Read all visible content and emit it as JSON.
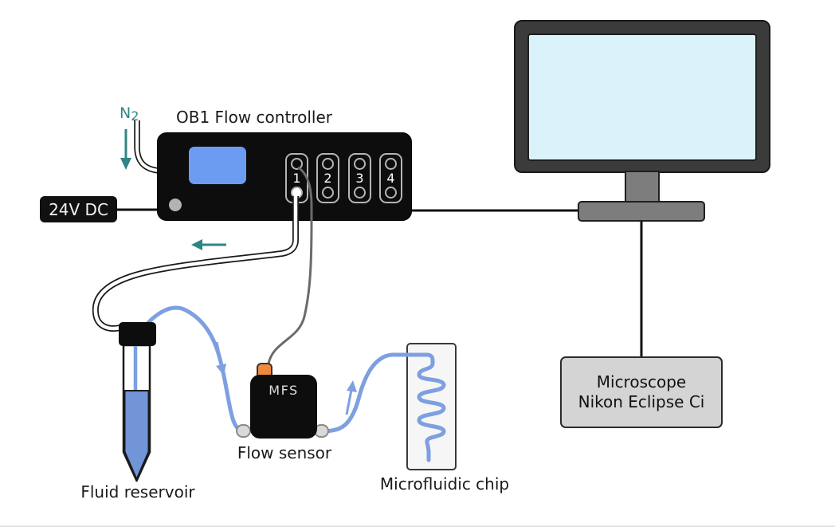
{
  "labels": {
    "n2_symbol": "N",
    "n2_subscript": "2",
    "controller_title": "OB1 Flow controller",
    "power_supply": "24V DC",
    "sensor_device": "MFS",
    "flow_sensor": "Flow sensor",
    "fluid_reservoir": "Fluid reservoir",
    "microfluidic_chip": "Microfluidic chip",
    "microscope_line1": "Microscope",
    "microscope_line2": "Nikon Eclipse Ci"
  },
  "controller": {
    "channels": [
      {
        "number": "1",
        "connected": true
      },
      {
        "number": "2",
        "connected": false
      },
      {
        "number": "3",
        "connected": false
      },
      {
        "number": "4",
        "connected": false
      }
    ]
  },
  "colors": {
    "teal_accent": "#2f8585",
    "tube_blue": "#7e9fe0",
    "liquid_blue": "#7295d8",
    "controller_screen_blue": "#6c9cf2",
    "monitor_screen_blue": "#daf2fa",
    "connector_orange": "#ef8a3d",
    "device_black": "#0d0d0d",
    "microscope_gray": "#d4d4d4",
    "cable_gray": "#6b6b6b"
  }
}
